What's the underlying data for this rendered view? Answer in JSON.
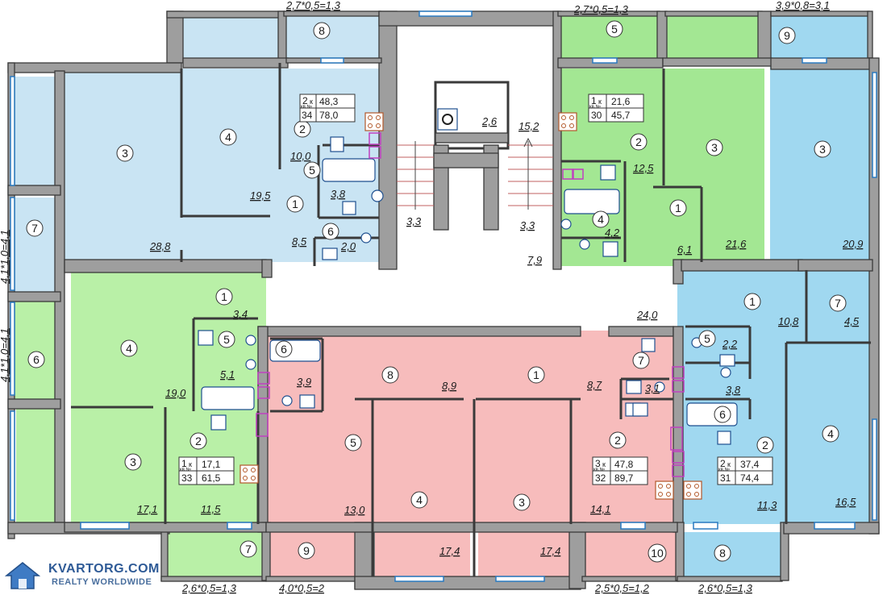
{
  "colors": {
    "apt34": "#c9e4f3",
    "apt30": "#a3e793",
    "apt31": "#a0d8f0",
    "apt33": "#b9f0a7",
    "apt32": "#f7bcbc",
    "balcony_blue": "#c9e4f3",
    "balcony_green": "#b9f0a7",
    "balcony_pink": "#f7bcbc",
    "wall": "#9e9e9e"
  },
  "balcony_dims": {
    "top_8": "2,7*0,5=1,3",
    "top_5": "2,7*0,5=1,3",
    "top_9": "3,9*0,8=3,1",
    "left_7": "4,1*1,0=4,1",
    "left_6": "4,1*1,0=4,1",
    "bottom_7": "2,6*0,5=1,3",
    "bottom_9": "4,0*0,5=2",
    "bottom_10": "2,5*0,5=1,2",
    "bottom_8": "2,6*0,5=1,3"
  },
  "apartments": [
    {
      "id": "34",
      "rooms": "2",
      "unit": "к",
      "label": "кв.№",
      "living": "48,3",
      "total": "78,0"
    },
    {
      "id": "30",
      "rooms": "1",
      "unit": "к",
      "label": "кв.№",
      "living": "21,6",
      "total": "45,7"
    },
    {
      "id": "33",
      "rooms": "1",
      "unit": "к",
      "label": "кв.№",
      "living": "17,1",
      "total": "61,5"
    },
    {
      "id": "32",
      "rooms": "3",
      "unit": "к",
      "label": "кв.№",
      "living": "47,8",
      "total": "89,7"
    },
    {
      "id": "31",
      "rooms": "2",
      "unit": "к",
      "label": "кв.№",
      "living": "37,4",
      "total": "74,4"
    }
  ],
  "room_numbers": {
    "a34_1": "1",
    "a34_2": "2",
    "a34_3": "3",
    "a34_4": "4",
    "a34_5": "5",
    "a34_6": "6",
    "a34_7": "7",
    "a34_8": "8",
    "a30_1": "1",
    "a30_2": "2",
    "a30_3": "3",
    "a30_4": "4",
    "a30_5": "5",
    "a31_1": "1",
    "a31_2": "2",
    "a31_3": "3",
    "a31_4": "4",
    "a31_5": "5",
    "a31_6": "6",
    "a31_7": "7",
    "a31_8": "8",
    "a31_9": "9",
    "a33_1": "1",
    "a33_2": "2",
    "a33_3": "3",
    "a33_4": "4",
    "a33_5": "5",
    "a33_6": "6",
    "a33_7": "7",
    "a32_1": "1",
    "a32_2": "2",
    "a32_3": "3",
    "a32_4": "4",
    "a32_5": "5",
    "a32_6": "6",
    "a32_7": "7",
    "a32_8": "8",
    "a32_9": "9",
    "a32_10": "10"
  },
  "room_areas": {
    "a34_r3": "28,8",
    "a34_r4": "19,5",
    "a34_r2": "10,0",
    "a34_r5": "3,8",
    "a34_r6a": "8,5",
    "a34_r6b": "2,0",
    "stair_a": "2,6",
    "stair_b": "15,2",
    "stair_c": "3,3",
    "stair_d": "3,3",
    "stair_e": "7,9",
    "corridor": "24,0",
    "a30_r2": "12,5",
    "a30_r4": "4,2",
    "a30_r1": "6,1",
    "a30_r3": "21,6",
    "a31_r3": "20,9",
    "a31_r1": "10,8",
    "a31_r7": "4,5",
    "a31_r5": "2,2",
    "a31_r6": "3,8",
    "a31_r2": "11,3",
    "a31_r4": "16,5",
    "a33_r1": "3,4",
    "a33_r4": "19,0",
    "a33_r5": "5,1",
    "a33_r3": "17,1",
    "a33_r2": "11,5",
    "a32_r6": "3,9",
    "a32_r8": "8,9",
    "a32_r7": "8,7",
    "a32_r7b": "3,1",
    "a32_r5": "13,0",
    "a32_r4": "17,4",
    "a32_r3": "17,4",
    "a32_r2": "14,1"
  },
  "watermark": {
    "line1": "KVARTORG.COM",
    "line2": "REALTY WORLDWIDE"
  }
}
